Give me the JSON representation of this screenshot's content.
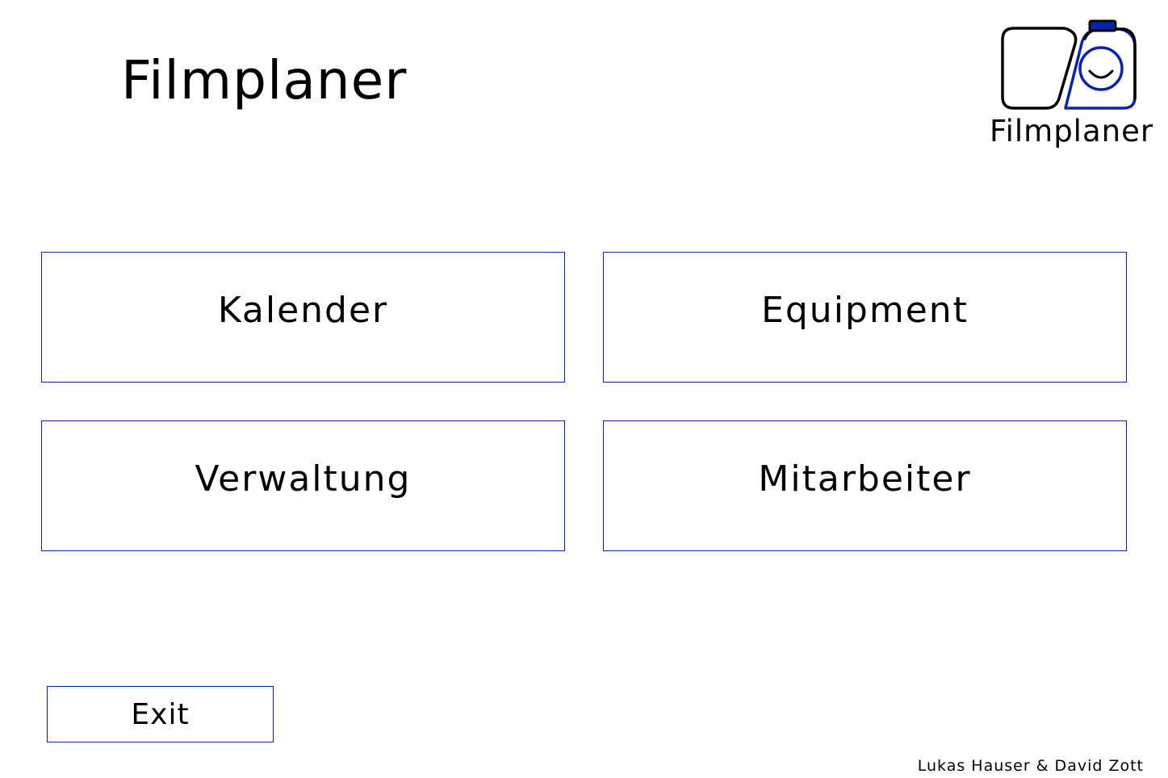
{
  "header": {
    "title": "Filmplaner"
  },
  "logo": {
    "text": "Filmplaner",
    "icon": "camera-logo-icon",
    "colors": {
      "outline": "#000000",
      "accent": "#0a23a8"
    }
  },
  "menu": {
    "kalender": "Kalender",
    "equipment": "Equipment",
    "verwaltung": "Verwaltung",
    "mitarbeiter": "Mitarbeiter"
  },
  "footer": {
    "exit_label": "Exit",
    "credits": "Lukas Hauser & David Zott"
  },
  "theme": {
    "border_color": "#0a23a8",
    "background": "#ffffff"
  }
}
